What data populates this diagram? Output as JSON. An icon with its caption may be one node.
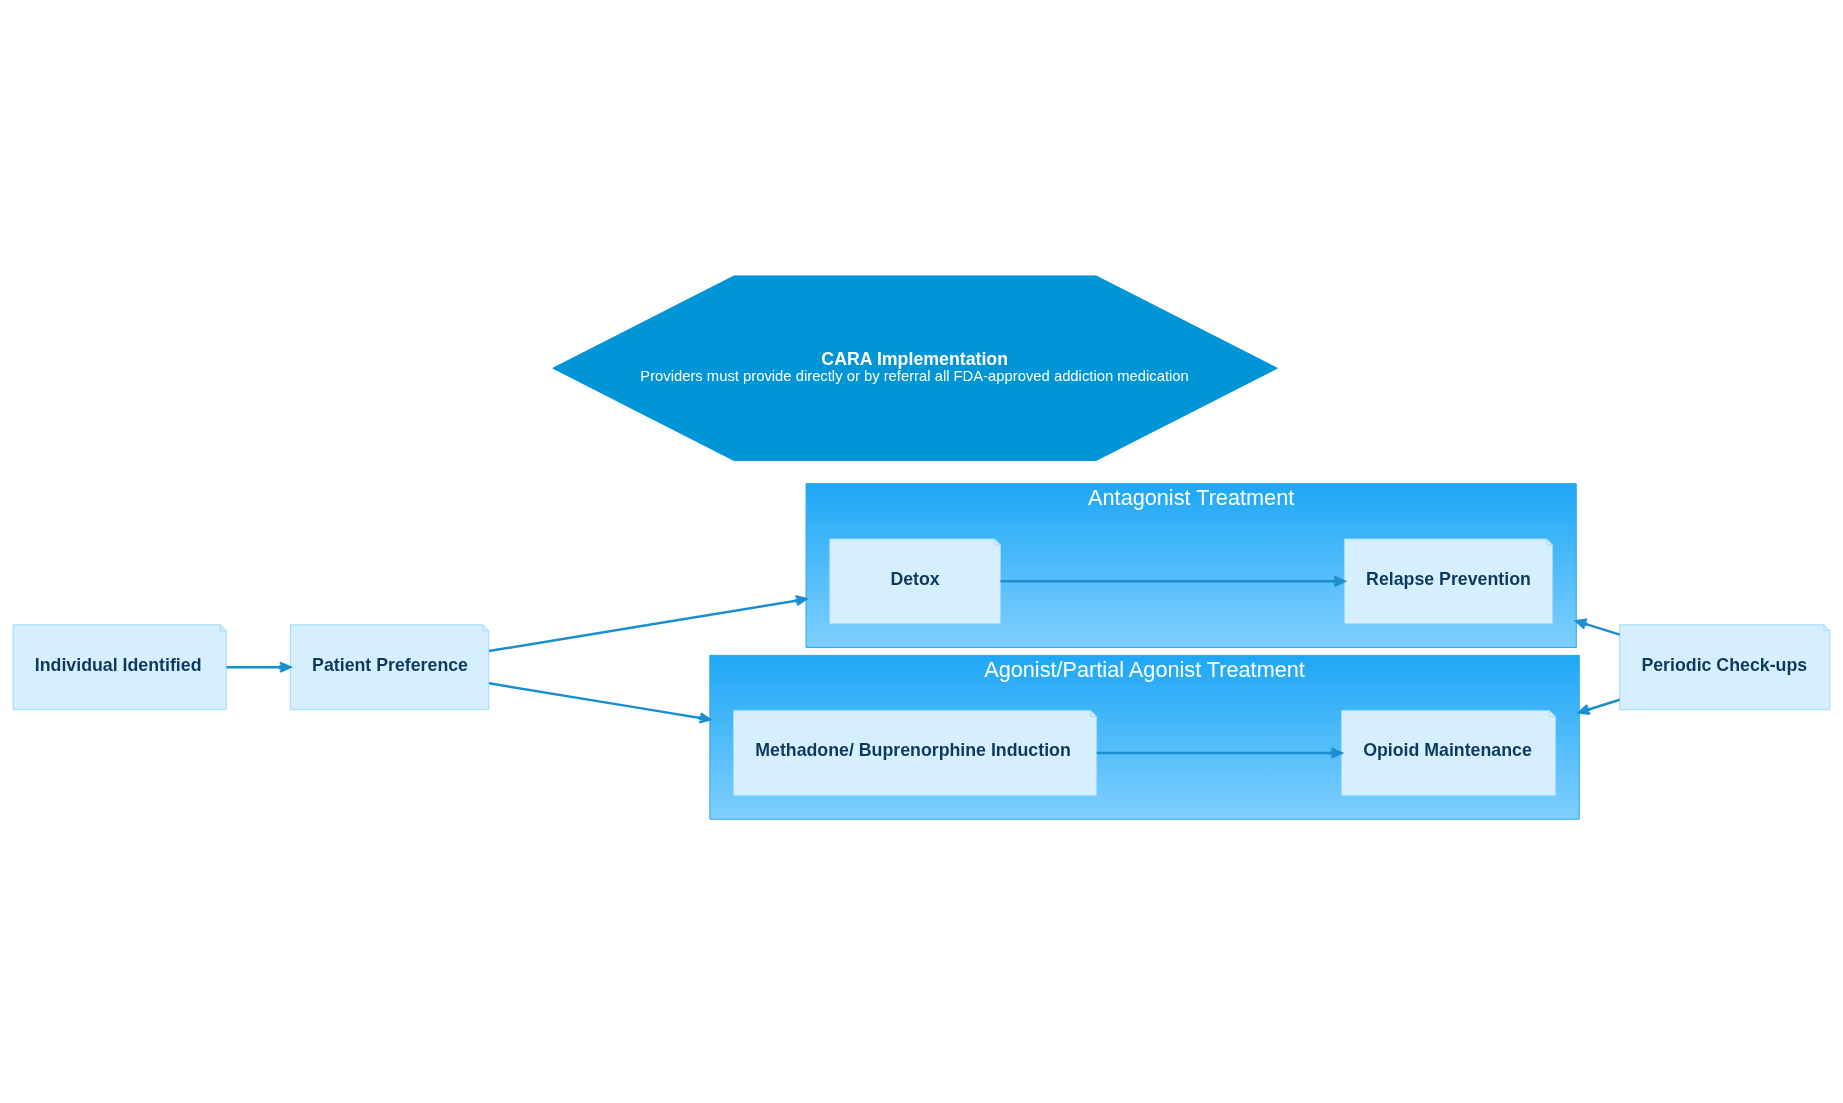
{
  "diagram": {
    "nodes": [
      {
        "text": [
          "Antagonist Treatment"
        ]
      },
      {
        "text": [
          "Detox"
        ],
        "in": 0
      },
      {
        "text": [
          "Relapse Prevention"
        ],
        "in": 0
      },
      {
        "text": [
          "Individual Identified"
        ]
      },
      {
        "text": [
          "Patient Preference"
        ]
      },
      {
        "text": [
          "CARA Implementation",
          "Providers must provide directly or by referral all FDA-approved addiction medication"
        ]
      },
      {
        "text": [
          "Periodic Check-ups"
        ]
      },
      {
        "text": [
          "Agonist/Partial Agonist Treatment"
        ]
      },
      {
        "text": [
          "Methadone/ Buprenorphine Induction"
        ],
        "in": 7
      },
      {
        "text": [
          "Opioid Maintenance"
        ],
        "in": 7
      }
    ],
    "edges": [
      {
        "from": 1,
        "to": 2,
        "arrow": "to"
      },
      {
        "from": 3,
        "to": 4,
        "arrow": "to"
      },
      {
        "from": 4,
        "to": 0,
        "arrow": "to"
      },
      {
        "from": 4,
        "to": 7,
        "arrow": "to"
      },
      {
        "from": 6,
        "to": 0,
        "arrow": "to"
      },
      {
        "from": 6,
        "to": 7,
        "arrow": "to"
      },
      {
        "from": 8,
        "to": 9,
        "arrow": "to"
      }
    ]
  }
}
